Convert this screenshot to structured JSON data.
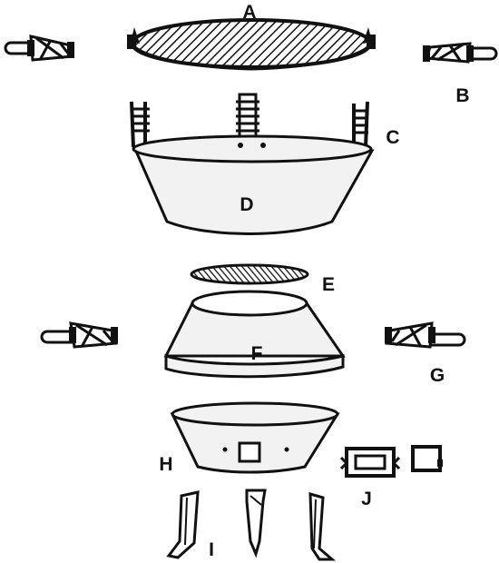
{
  "labels": {
    "a": "A",
    "b": "B",
    "c": "C",
    "d": "D",
    "e": "E",
    "f": "F",
    "g": "G",
    "h": "H",
    "i": "I",
    "j": "J"
  },
  "colors": {
    "ink": "#111111",
    "paper": "#ffffff",
    "fill": "#f2f2f2"
  }
}
